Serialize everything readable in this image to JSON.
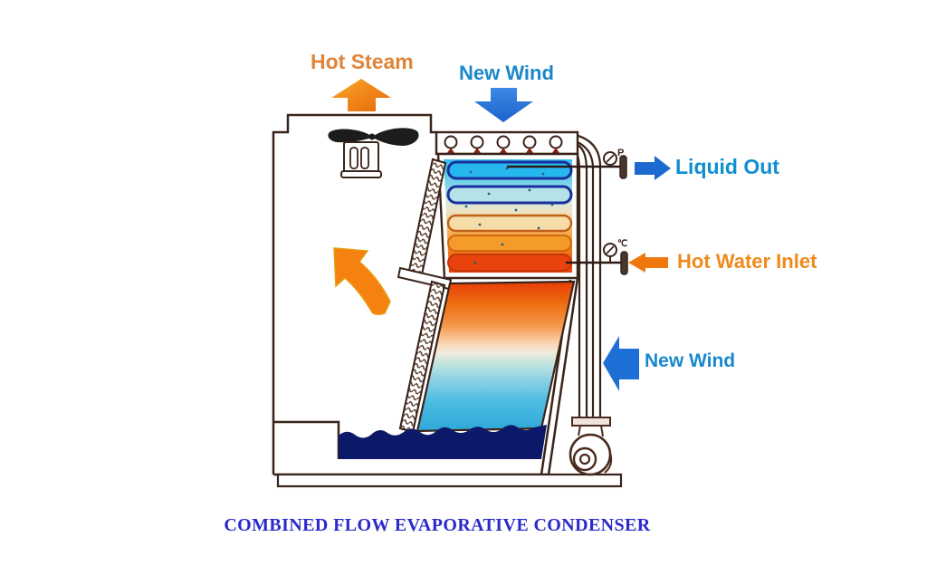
{
  "title": {
    "text": "COMBINED FLOW EVAPORATIVE CONDENSER",
    "color": "#2b29cb"
  },
  "labels": {
    "hot_steam": {
      "text": "Hot Steam",
      "color": "#e08438"
    },
    "new_wind_top": {
      "text": "New Wind",
      "color": "#1b87c9"
    },
    "liquid_out": {
      "text": "Liquid Out",
      "color": "#0e8fd2"
    },
    "hot_water_inlet": {
      "text": "Hot Water Inlet",
      "color": "#ef8a1c"
    },
    "new_wind_side": {
      "text": "New Wind",
      "color": "#1689ce"
    }
  },
  "gauges": {
    "pressure_label": "P",
    "temperature_label": "℃"
  },
  "diagram": {
    "spray_nozzle_count": 5,
    "coil_tube_count": 5,
    "colors": {
      "outline": "#3a241a",
      "arrow_orange": "#f0820e",
      "arrow_blue": "#1e70d4",
      "coil_cold_tube": "#27b7ef",
      "coil_hot_tube": "#e8430c",
      "basin_water": "#0c1968",
      "panel_hot_top": "#e63e08",
      "panel_cold_bottom": "#2ea8d8"
    }
  }
}
